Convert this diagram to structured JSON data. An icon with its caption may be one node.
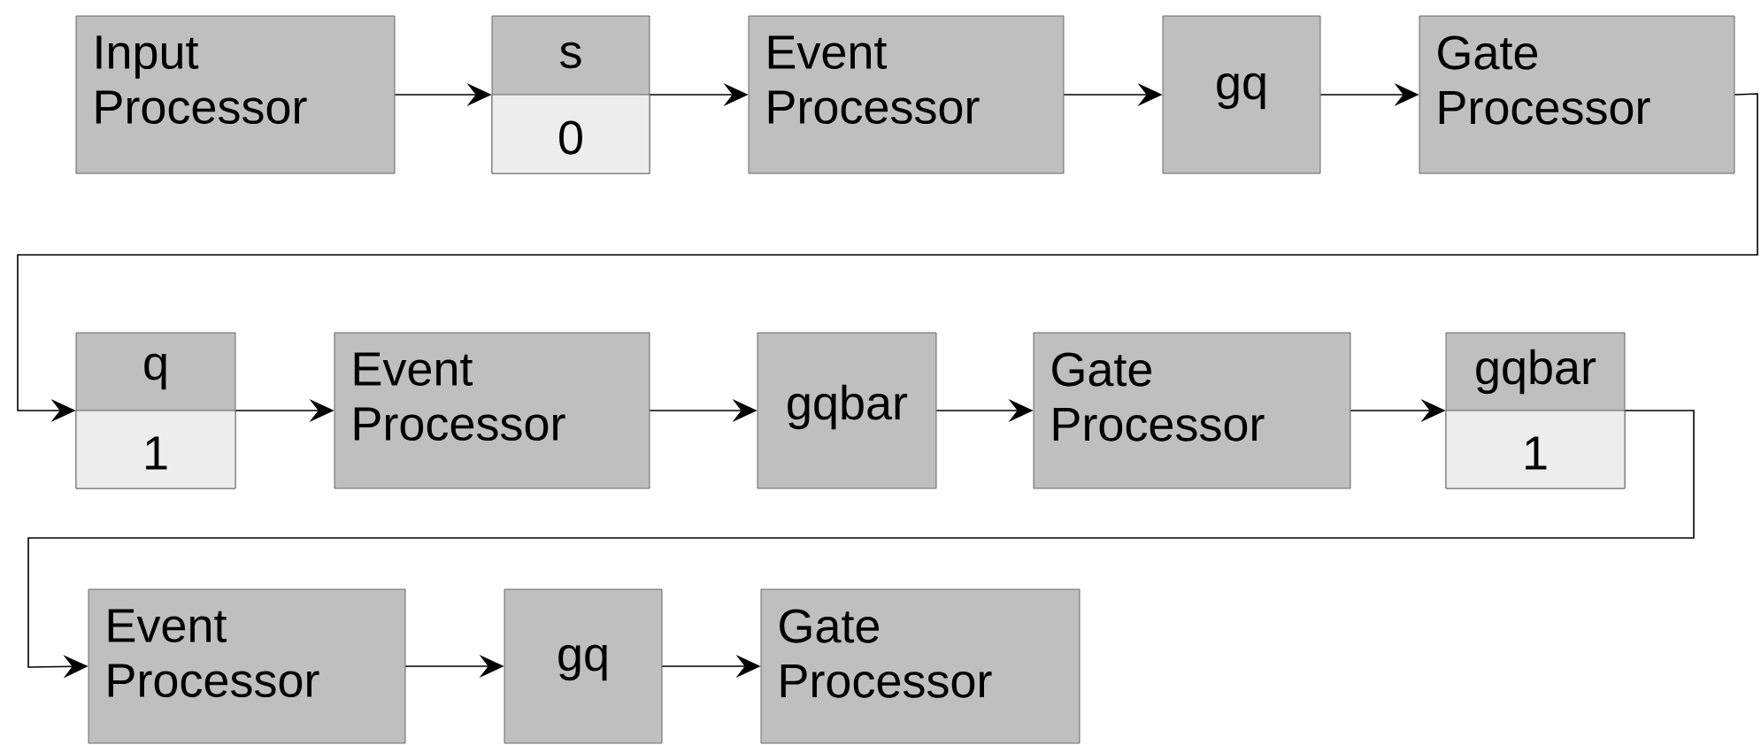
{
  "diagram": {
    "nodes": [
      {
        "text": [
          "Input Processor"
        ]
      },
      {
        "text": [
          "s",
          "0"
        ]
      },
      {
        "text": [
          "Event Processor"
        ]
      },
      {
        "text": [
          "gq"
        ]
      },
      {
        "text": [
          "Gate Processor"
        ]
      },
      {
        "text": [
          "q",
          "1"
        ]
      },
      {
        "text": [
          "Event Processor"
        ]
      },
      {
        "text": [
          "gqbar"
        ]
      },
      {
        "text": [
          "Gate Processor"
        ]
      },
      {
        "text": [
          "gqbar",
          "1"
        ]
      },
      {
        "text": [
          "Event Processor"
        ]
      },
      {
        "text": [
          "gq"
        ]
      },
      {
        "text": [
          "Gate Processor"
        ]
      }
    ],
    "edges": [
      {
        "from": 0,
        "to": 1,
        "arrow": "to"
      },
      {
        "from": 1,
        "to": 2,
        "arrow": "to"
      },
      {
        "from": 2,
        "to": 3,
        "arrow": "to"
      },
      {
        "from": 3,
        "to": 4,
        "arrow": "to"
      },
      {
        "from": 4,
        "to": 5,
        "arrow": "to"
      },
      {
        "from": 5,
        "to": 6,
        "arrow": "to"
      },
      {
        "from": 6,
        "to": 7,
        "arrow": "to"
      },
      {
        "from": 7,
        "to": 8,
        "arrow": "to"
      },
      {
        "from": 8,
        "to": 9,
        "arrow": "to"
      },
      {
        "from": 9,
        "to": 10,
        "arrow": "to"
      },
      {
        "from": 10,
        "to": 11,
        "arrow": "to"
      },
      {
        "from": 11,
        "to": 12,
        "arrow": "to"
      }
    ]
  }
}
